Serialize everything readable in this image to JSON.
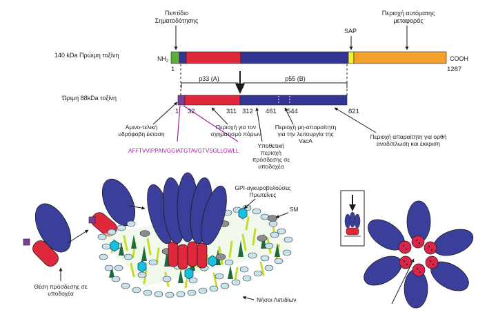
{
  "top": {
    "precursor_label": "140 kDa Πρώιμη τοξίνη",
    "mature_label": "Ώριμη 88kDa τοξίνη",
    "nh2": "NH",
    "nh2_sub": "2",
    "cooh": "COOH",
    "pos_start": "1",
    "pos_end": "1287",
    "signal_peptide_line1": "Πεπτίδιο",
    "signal_peptide_line2": "Σηματοδότησης",
    "sap": "SAP",
    "autotransporter_line1": "Περιοχή αυτόματης",
    "autotransporter_line2": "μεταφοράς",
    "p33": "p33 (A)",
    "p55": "p55 (B)",
    "m1": "1",
    "m32": "32",
    "m311": "311",
    "m312": "312",
    "m461": "461",
    "m544": "544",
    "m821": "821",
    "amino_terminal_line1": "Αμινο-τελική",
    "amino_terminal_line2": "υδρόφοβη έκταση",
    "pore_line1": "Περιοχή για τον",
    "pore_line2": "σχηματισμό πόρων",
    "nonessential_line1": "Περιοχή μη-απαραίτητη",
    "nonessential_line2": "για την λειτουργία της",
    "nonessential_line3": "VacA",
    "secretion_line1": "Περιοχή απαραίτητη για ορθή",
    "secretion_line2": "αναδίπλωση και έκκριση",
    "receptor_region_line1": "Υποθετική",
    "receptor_region_line2": "περιοχή",
    "receptor_region_line3": "πρόσδεσης σε",
    "receptor_region_line4": "υποδοχέα",
    "sequence": "AFFTVVIPPAIVGGIATGTAVGTVSGLLGWLL"
  },
  "bottom": {
    "gpi_line1": "GPI-αγκυροβολούσες",
    "gpi_line2": "Πρωτεΐνες",
    "sm": "SM",
    "binding_site_line1": "Θέση πρόσδεσης σε",
    "binding_site_line2": "υποδοχέα",
    "lipid_rafts": "Νήσοι Λιπιδίων"
  },
  "colors": {
    "signal_green": "#5fae3c",
    "red_domain": "#e0283c",
    "blue_domain": "#343494",
    "sap_yellow": "#f2ee2a",
    "orange_domain": "#f2a12a",
    "purple_tail": "#7a3f9a",
    "sequence_purple": "#a020a0",
    "lipid_bead": "#c8e1ea",
    "lipid_tail": "#c6dc2a",
    "gpi_cyan": "#18c0e0",
    "sm_gray": "#8c8c8c",
    "cone_green": "#1c6b3c"
  }
}
